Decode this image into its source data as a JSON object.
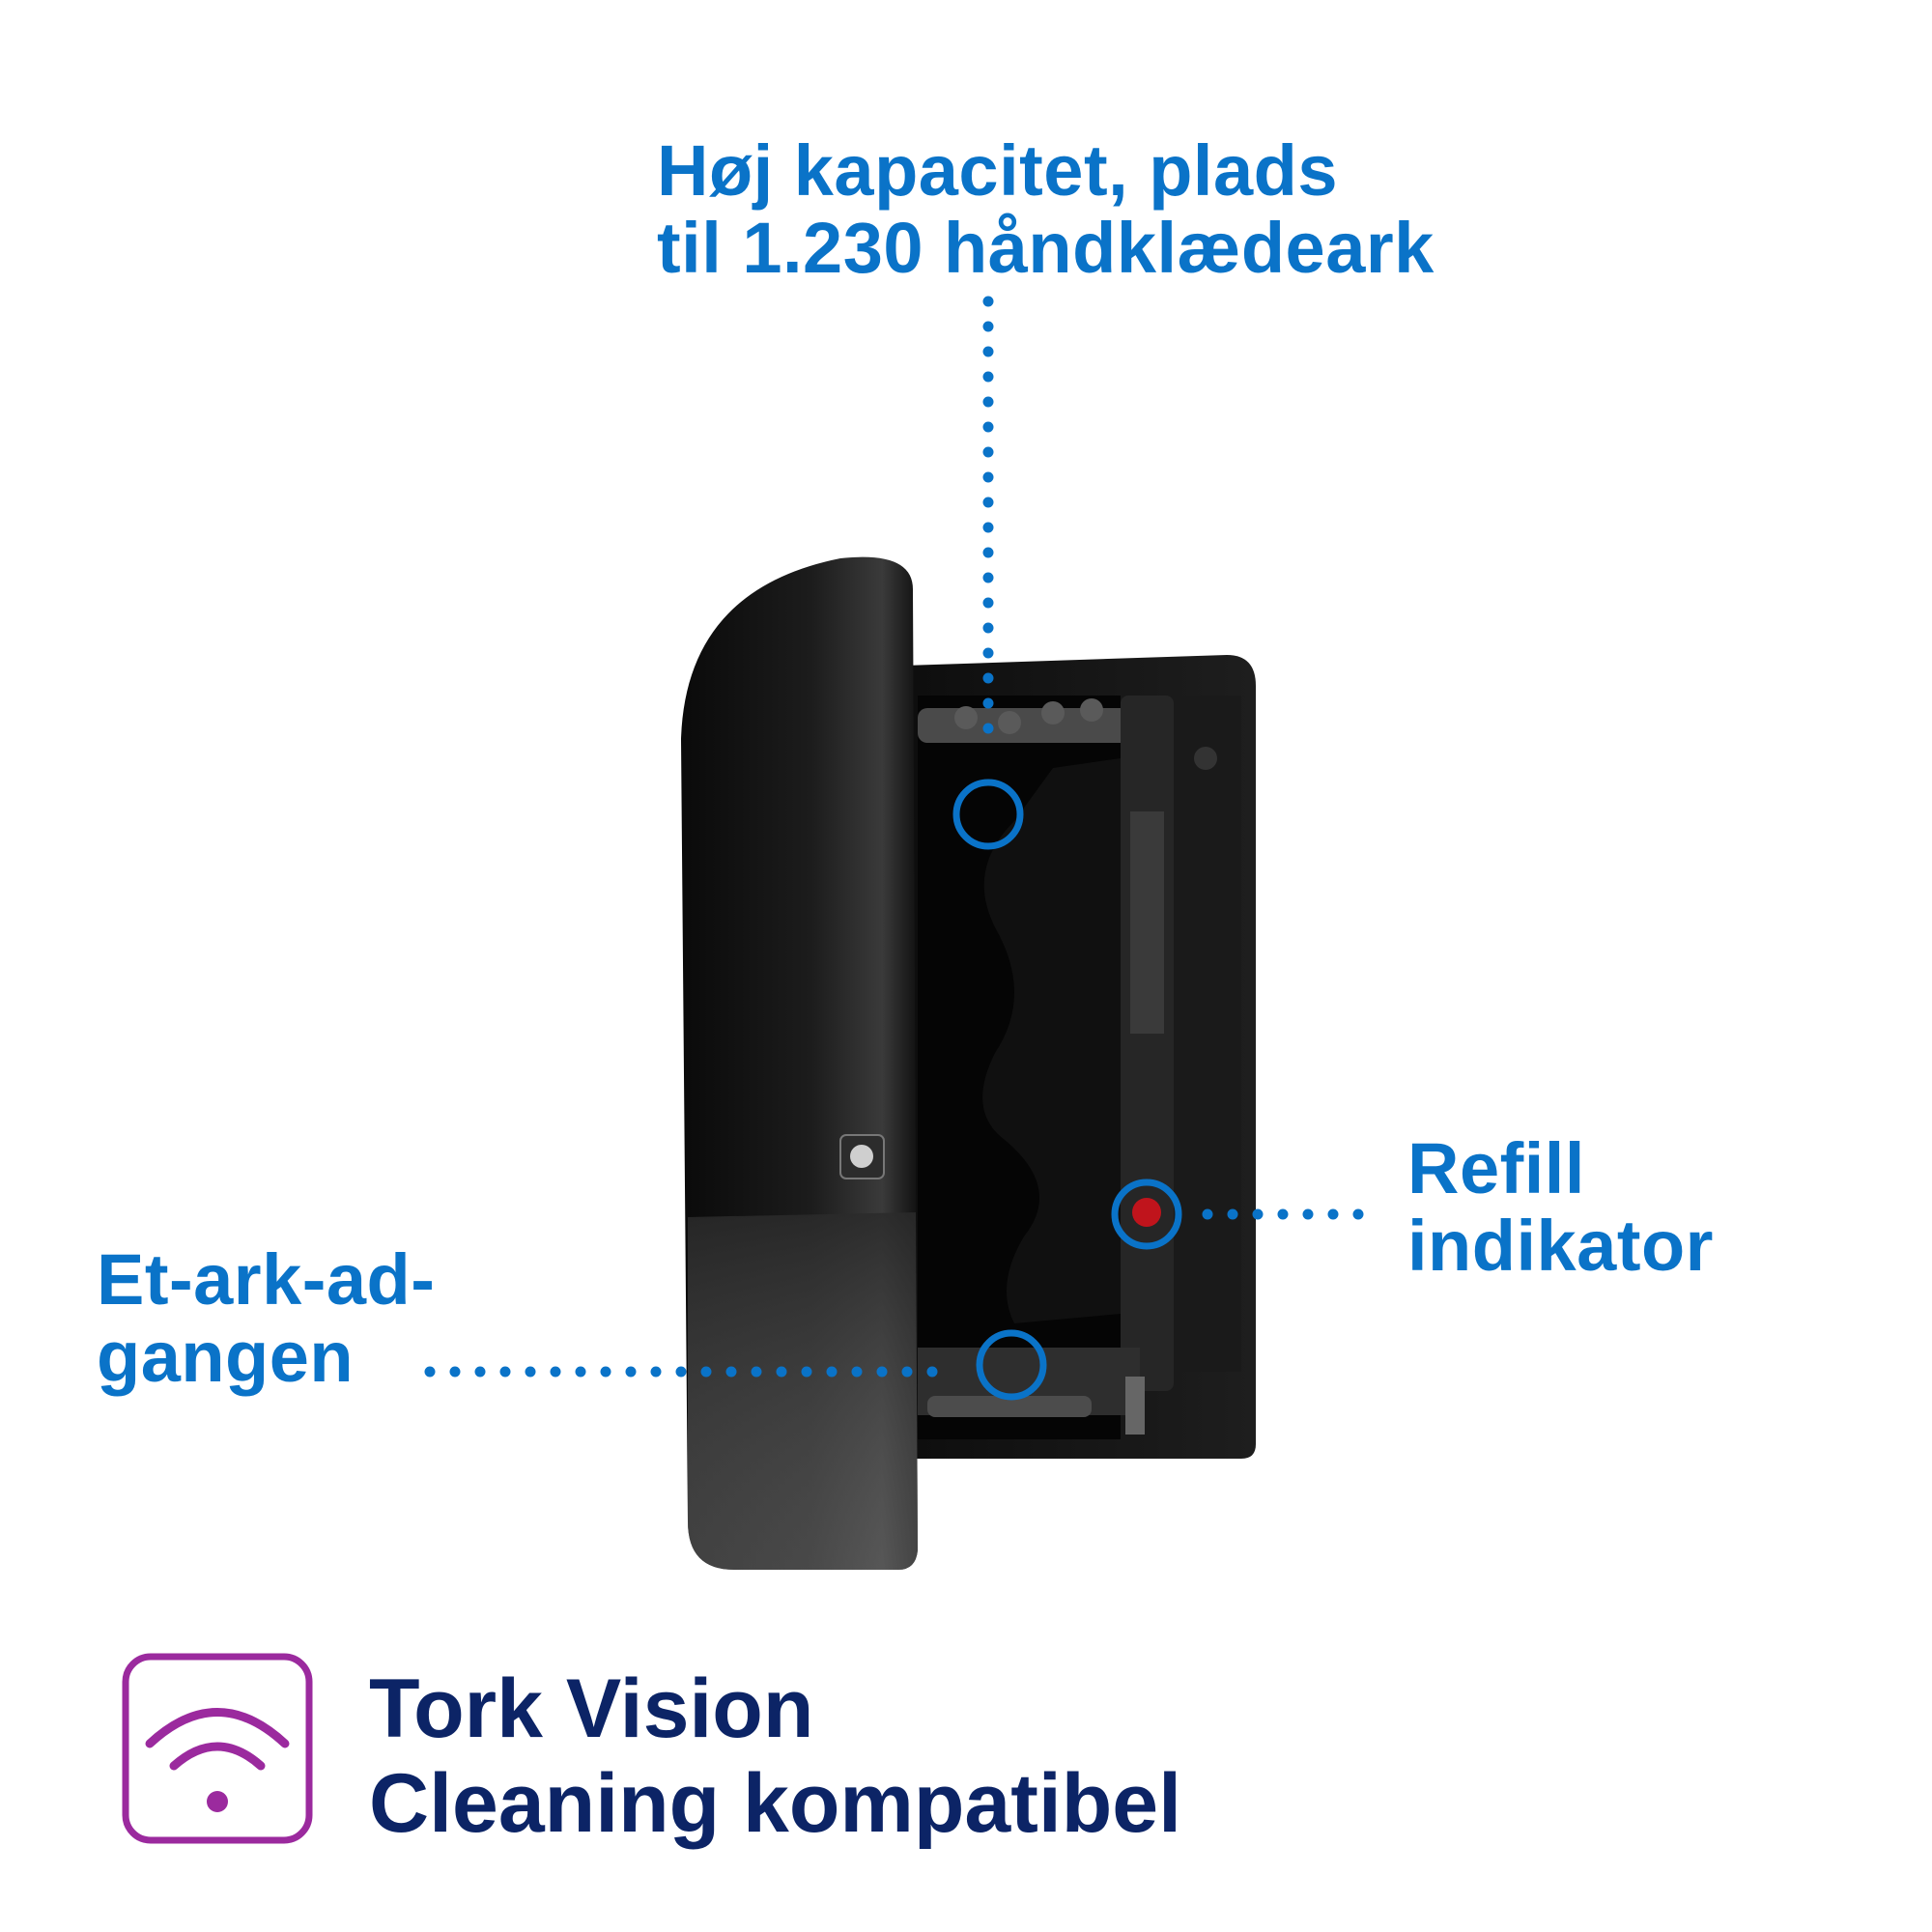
{
  "callouts": {
    "capacity": {
      "line1": "Høj kapacitet, plads",
      "line2": "til 1.230 håndklædeark"
    },
    "refill": {
      "line1": "Refill",
      "line2": "indikator"
    },
    "single_sheet": {
      "line1": "Et-ark-ad-",
      "line2": "gangen"
    }
  },
  "badge": {
    "line1": "Tork Vision",
    "line2": "Cleaning kompatibel",
    "icon": "wifi-signal-icon"
  },
  "colors": {
    "callout_blue": "#0a73c8",
    "title_navy": "#0c2466",
    "icon_purple": "#9b2a9e",
    "dispenser_black": "#141414",
    "indicator_red": "#c0141c"
  }
}
